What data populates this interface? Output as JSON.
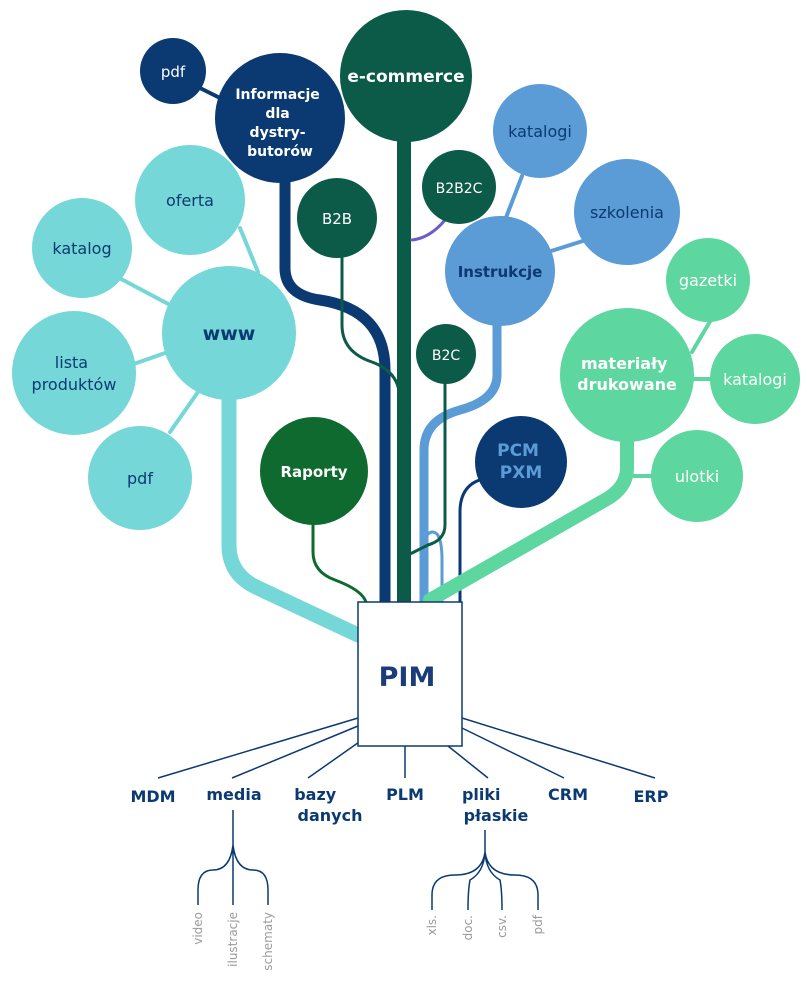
{
  "colors": {
    "navy": "#0b3a72",
    "dark_green": "#0c5a48",
    "forest_green": "#0f6a2f",
    "light_blue": "#5b9bd6",
    "cyan": "#76d7d8",
    "mint": "#5dd6a0",
    "purple": "#6a5fc8",
    "gray_text": "#9a9a9a",
    "pim_text": "#1a3c78"
  },
  "pim": {
    "label": "PIM"
  },
  "outputs": {
    "ecommerce": "e-commerce",
    "b2b": "B2B",
    "b2b2c": "B2B2C",
    "b2c": "B2C",
    "informacje": [
      "Informacje",
      "dla",
      "dystry-",
      "butorów"
    ],
    "informacje_pdf": "pdf",
    "www": "www",
    "www_items": {
      "oferta": "oferta",
      "katalog": "katalog",
      "lista": [
        "lista",
        "produktów"
      ],
      "pdf": "pdf"
    },
    "raporty": "Raporty",
    "pcm": [
      "PCM",
      "PXM"
    ],
    "instrukcje": "Instrukcje",
    "instrukcje_items": {
      "katalogi": "katalogi",
      "szkolenia": "szkolenia"
    },
    "materialy": [
      "materiały",
      "drukowane"
    ],
    "materialy_items": {
      "gazetki": "gazetki",
      "katalogi": "katalogi",
      "ulotki": "ulotki"
    }
  },
  "sources": [
    {
      "id": "mdm",
      "lines": [
        "MDM"
      ]
    },
    {
      "id": "media",
      "lines": [
        "media"
      ]
    },
    {
      "id": "bazy",
      "lines": [
        "bazy",
        "danych"
      ]
    },
    {
      "id": "plm",
      "lines": [
        "PLM"
      ]
    },
    {
      "id": "pliki",
      "lines": [
        "pliki",
        "płaskie"
      ]
    },
    {
      "id": "crm",
      "lines": [
        "CRM"
      ]
    },
    {
      "id": "erp",
      "lines": [
        "ERP"
      ]
    }
  ],
  "media_items": [
    "video",
    "ilustracje",
    "schematy"
  ],
  "pliki_items": [
    "xls.",
    "doc.",
    "csv.",
    "pdf"
  ]
}
